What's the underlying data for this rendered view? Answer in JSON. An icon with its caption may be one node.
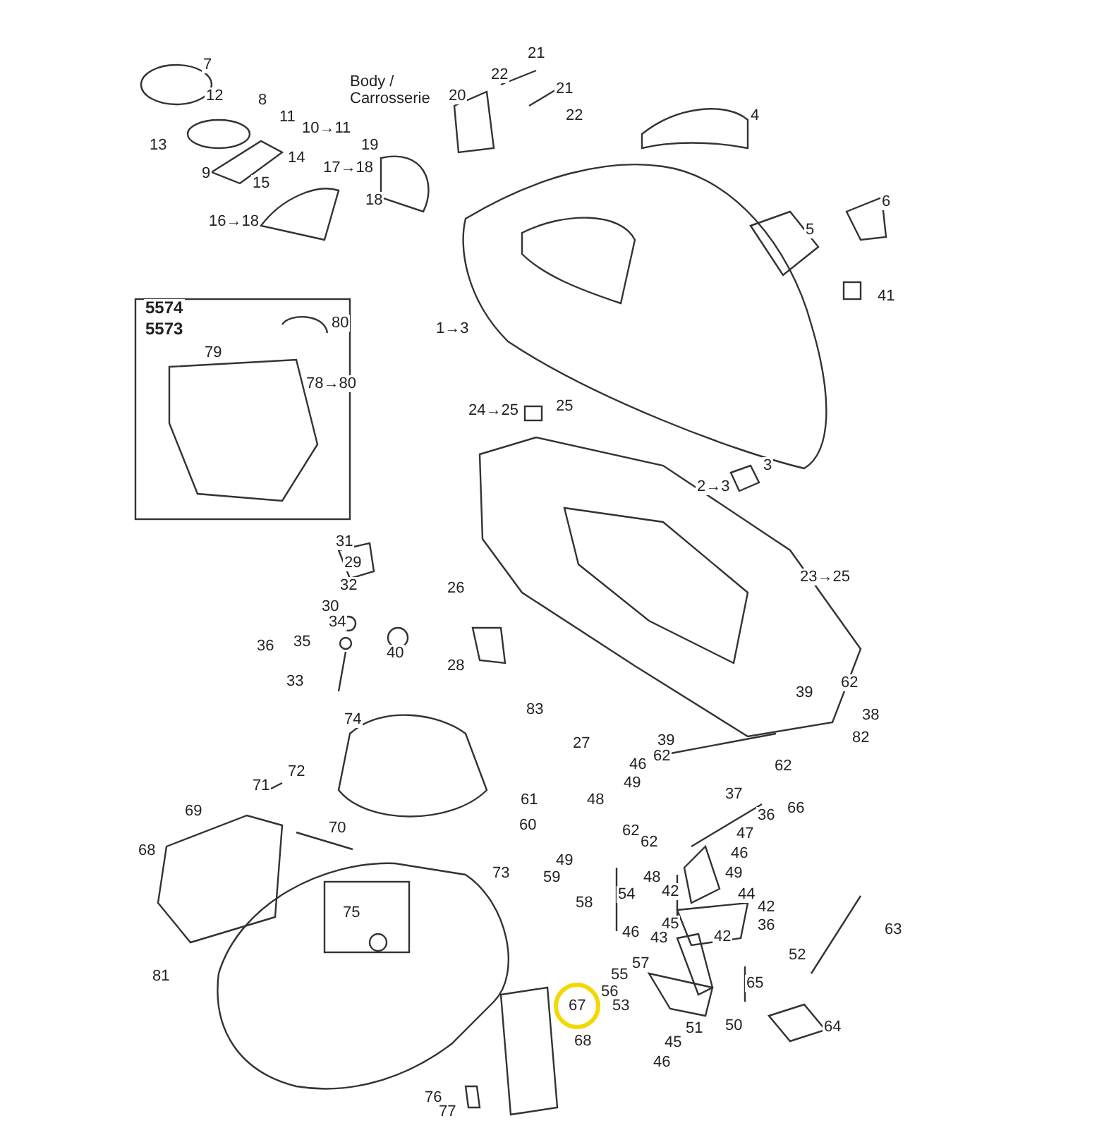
{
  "diagram": {
    "labels": [
      "21",
      "7",
      "22",
      "Body / Carrosserie",
      "21",
      "20",
      "12",
      "8",
      "22",
      "4",
      "11",
      "10→11",
      "19",
      "13",
      "14",
      "17→18",
      "9",
      "15",
      "18",
      "6",
      "16→18",
      "5",
      "41",
      "5574",
      "5573",
      "80",
      "1→3",
      "79",
      "78→80",
      "25",
      "24→25",
      "3",
      "2→3",
      "31",
      "29",
      "23→25",
      "32",
      "26",
      "30",
      "34",
      "35",
      "36",
      "40",
      "28",
      "33",
      "62",
      "39",
      "74",
      "83",
      "38",
      "82",
      "39",
      "27",
      "62",
      "46",
      "62",
      "72",
      "49",
      "71",
      "37",
      "48",
      "61",
      "66",
      "69",
      "36",
      "60",
      "70",
      "62",
      "47",
      "62",
      "68",
      "46",
      "49",
      "59",
      "73",
      "49",
      "48",
      "58",
      "54",
      "42",
      "44",
      "42",
      "75",
      "45",
      "36",
      "63",
      "46",
      "43",
      "42",
      "52",
      "57",
      "55",
      "81",
      "65",
      "56",
      "67",
      "53",
      "50",
      "64",
      "51",
      "68",
      "45",
      "46",
      "76",
      "77"
    ]
  }
}
